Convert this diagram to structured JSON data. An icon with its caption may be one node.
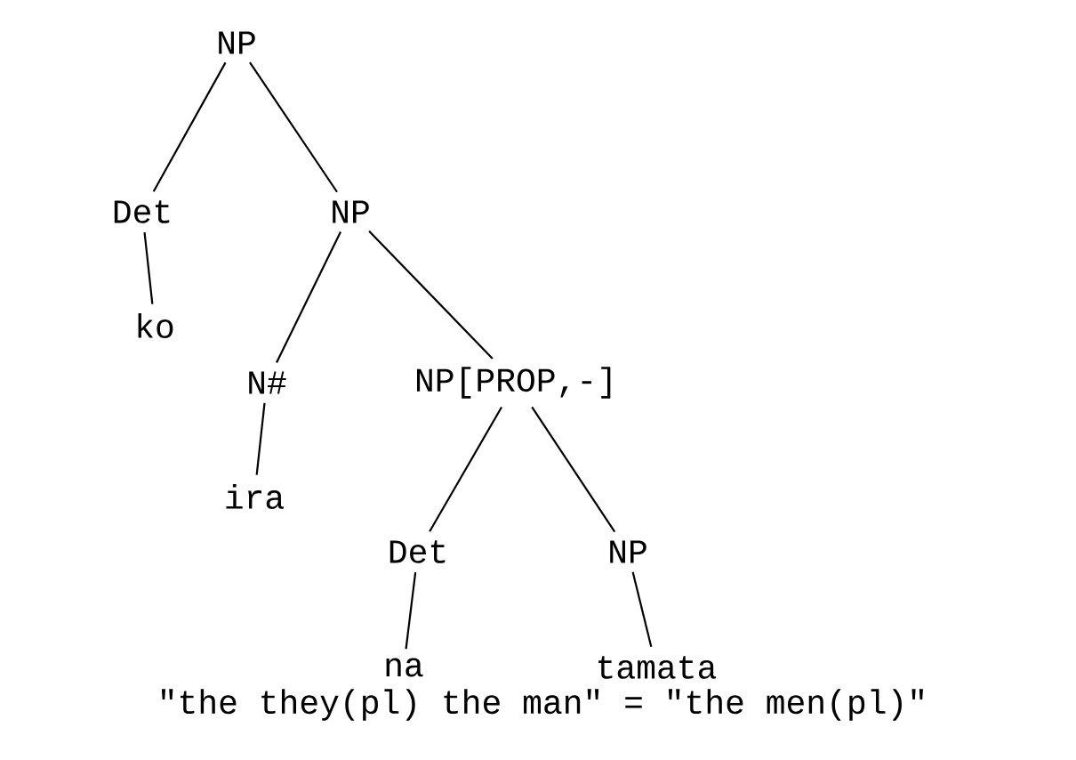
{
  "diagram": {
    "caption": "\"the they(pl) the man\" = \"the men(pl)\"",
    "nodes": [
      {
        "text": [
          "NP"
        ]
      },
      {
        "text": [
          "Det"
        ]
      },
      {
        "text": [
          "NP"
        ]
      },
      {
        "text": [
          "ko"
        ]
      },
      {
        "text": [
          "N#"
        ]
      },
      {
        "text": [
          "NP[PROP,-]"
        ]
      },
      {
        "text": [
          "ira"
        ]
      },
      {
        "text": [
          "Det"
        ]
      },
      {
        "text": [
          "NP"
        ]
      },
      {
        "text": [
          "na"
        ]
      },
      {
        "text": [
          "tamata"
        ]
      }
    ],
    "edges": [
      {
        "from": 0,
        "to": 1,
        "arrow": "none"
      },
      {
        "from": 0,
        "to": 2,
        "arrow": "none"
      },
      {
        "from": 1,
        "to": 3,
        "arrow": "none"
      },
      {
        "from": 2,
        "to": 4,
        "arrow": "none"
      },
      {
        "from": 2,
        "to": 5,
        "arrow": "none"
      },
      {
        "from": 4,
        "to": 6,
        "arrow": "none"
      },
      {
        "from": 5,
        "to": 7,
        "arrow": "none"
      },
      {
        "from": 5,
        "to": 8,
        "arrow": "none"
      },
      {
        "from": 7,
        "to": 9,
        "arrow": "none"
      },
      {
        "from": 8,
        "to": 10,
        "arrow": "none"
      }
    ]
  }
}
